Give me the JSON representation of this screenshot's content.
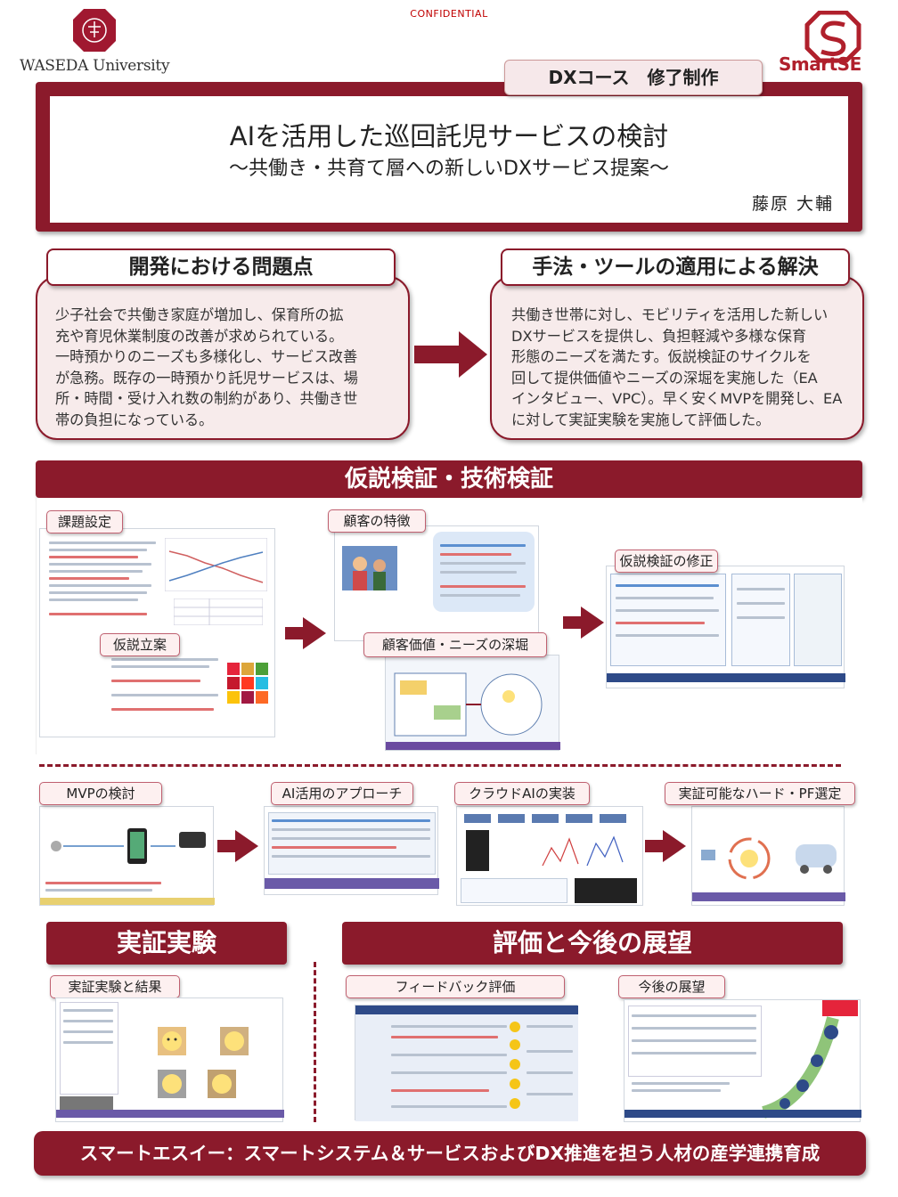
{
  "header": {
    "confidential": "CONFIDENTIAL",
    "university": "WASEDA University",
    "program": "SmartSE",
    "course_badge": "DXコース　修了制作",
    "title": "AIを活用した巡回託児サービスの検討",
    "subtitle": "～共働き・共育て層への新しいDXサービス提案～",
    "author": "藤原 大輔"
  },
  "problem": {
    "heading": "開発における問題点",
    "lines": [
      "少子社会で共働き家庭が増加し、保育所の拡",
      "充や育児休業制度の改善が求められている。",
      "一時預かりのニーズも多様化し、サービス改善",
      "が急務。既存の一時預かり託児サービスは、場",
      "所・時間・受け入れ数の制約があり、共働き世",
      "帯の負担になっている。"
    ]
  },
  "solution": {
    "heading": "手法・ツールの適用による解決",
    "lines": [
      "共働き世帯に対し、モビリティを活用した新しい",
      "DXサービスを提供し、負担軽減や多様な保育",
      "形態のニーズを満たす。仮説検証のサイクルを",
      "回して提供価値やニーズの深堀を実施した（EA",
      "インタビュー、VPC）。早く安くMVPを開発し、EA",
      "に対して実証実験を実施して評価した。"
    ]
  },
  "verification": {
    "heading": "仮説検証・技術検証",
    "tags": {
      "issue": "課題設定",
      "customer": "顧客の特徴",
      "hypothesis": "仮説立案",
      "needs": "顧客価値・ニーズの深堀",
      "revise": "仮説検証の修正",
      "mvp": "MVPの検討",
      "ai": "AI活用のアプローチ",
      "cloud": "クラウドAIの実装",
      "hw": "実証可能なハード・PF選定"
    }
  },
  "experiment": {
    "heading": "実証実験",
    "tag": "実証実験と結果"
  },
  "evaluation": {
    "heading": "評価と今後の展望",
    "tag_feedback": "フィードバック評価",
    "tag_future": "今後の展望"
  },
  "footer": {
    "text": "スマートエスイー：スマートシステム＆サービスおよびDX推進を担う人材の産学連携育成"
  },
  "colors": {
    "brand": "#8b1a2b",
    "box_fill": "#f7ebeb",
    "tag_fill": "#fdf0f0"
  }
}
